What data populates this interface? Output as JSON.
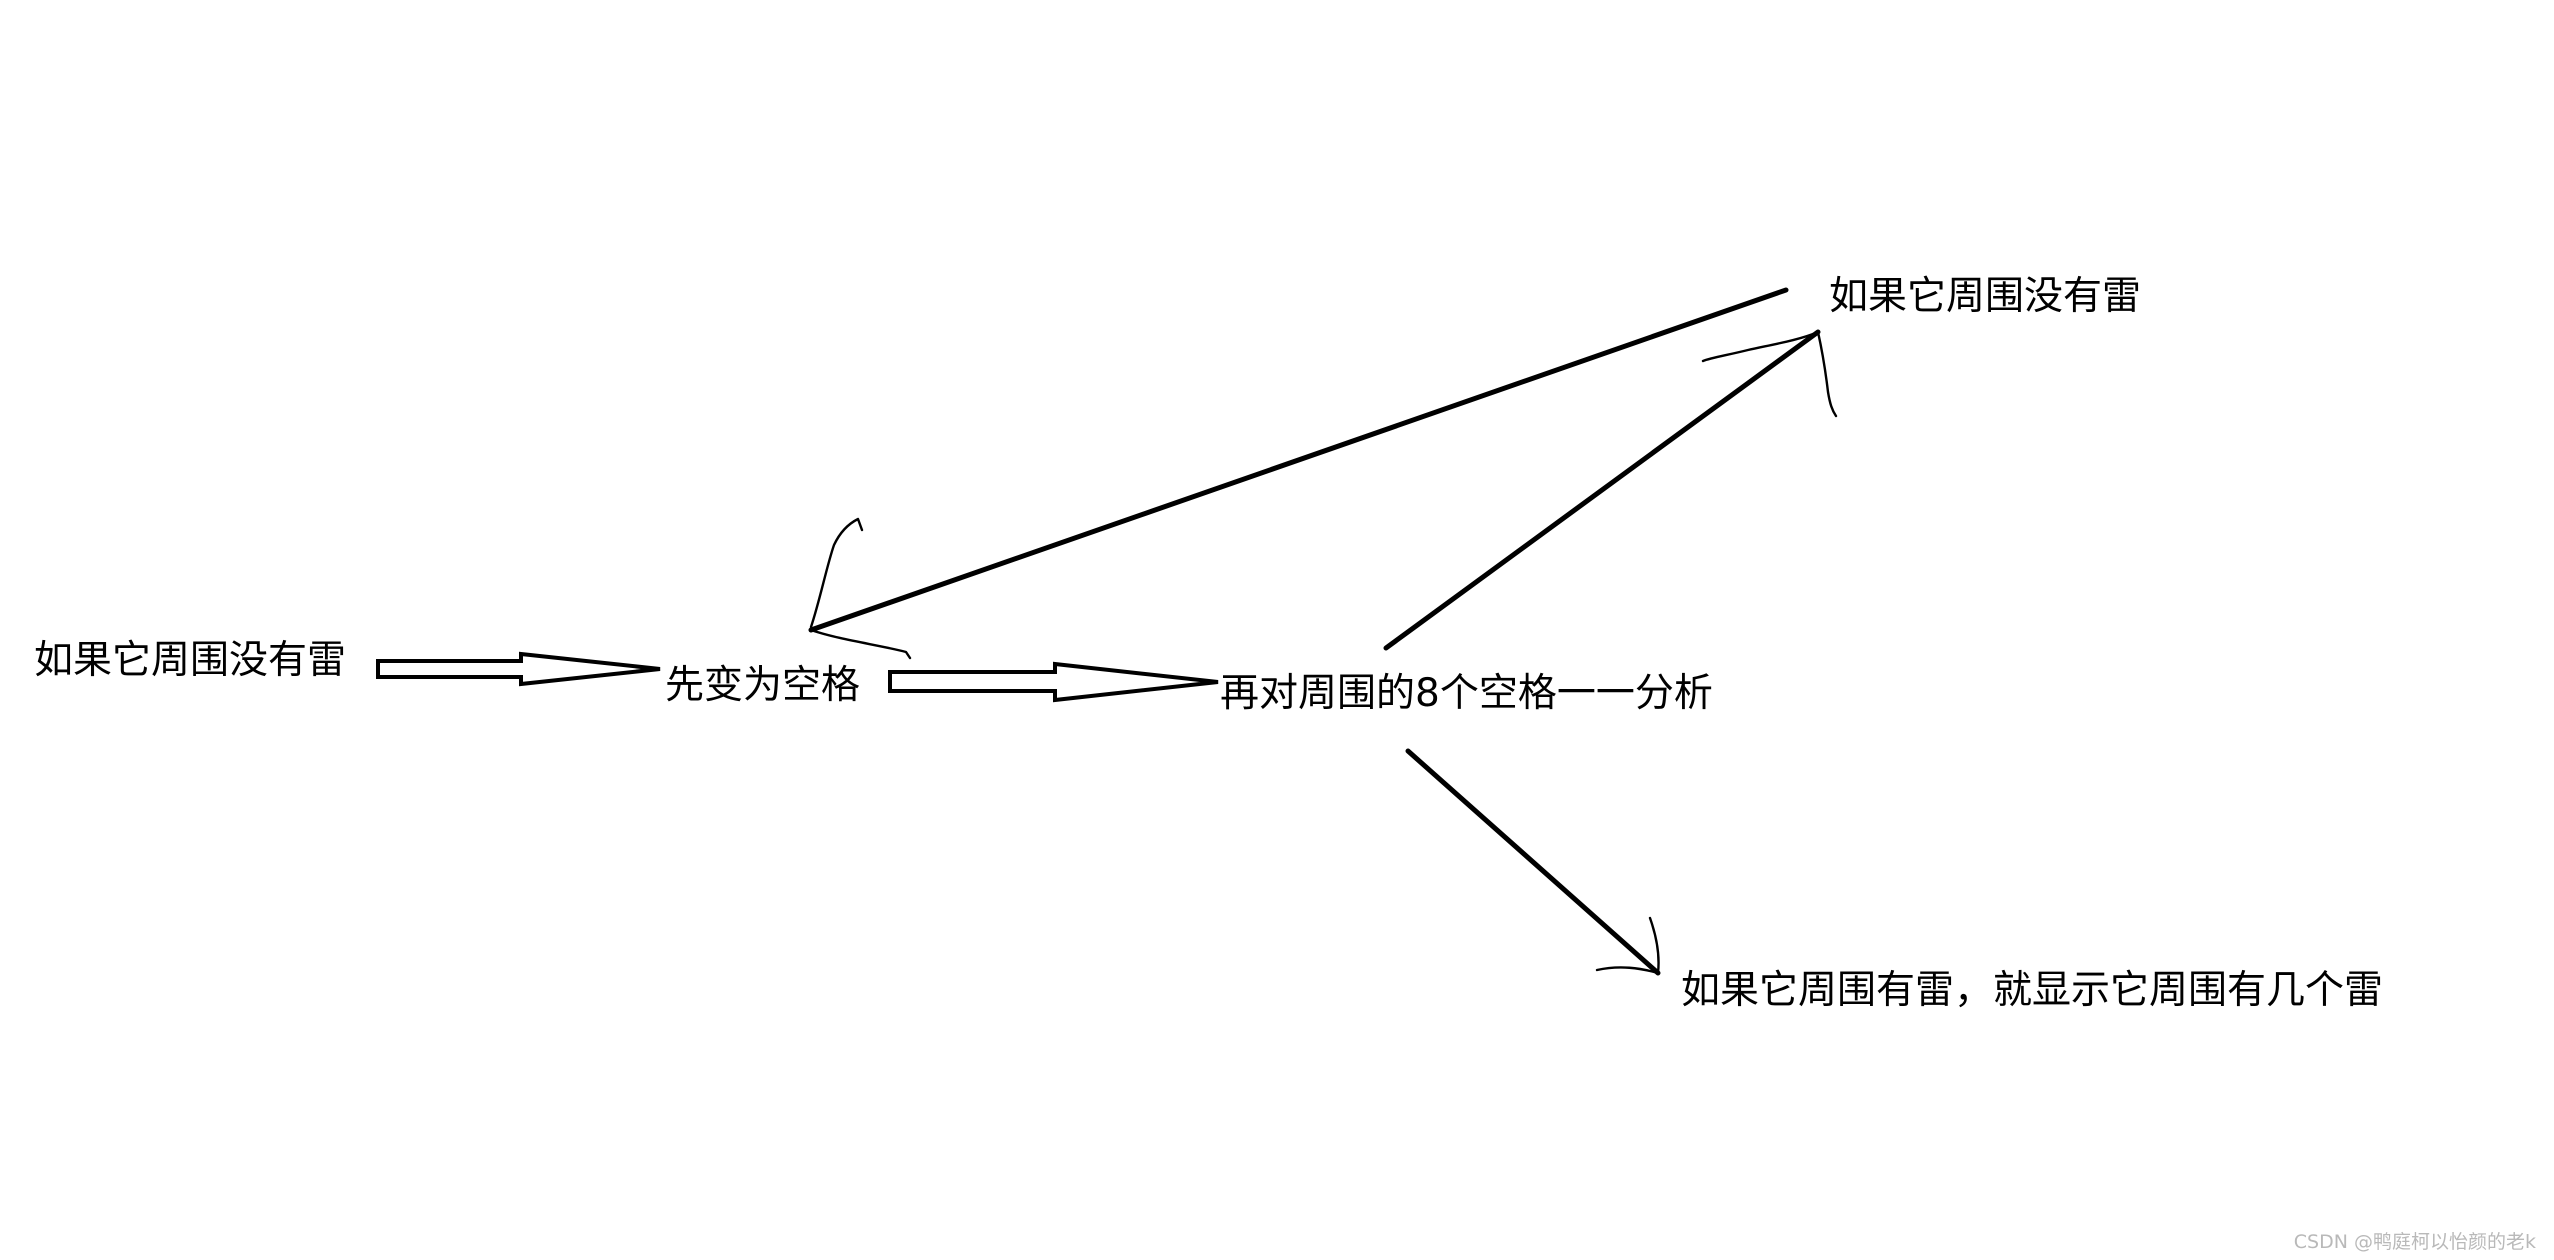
{
  "nodes": {
    "start": "如果它周围没有雷",
    "to_space": "先变为空格",
    "analyze": "再对周围的8个空格一一分析",
    "no_mine": "如果它周围没有雷",
    "has_mine": "如果它周围有雷，就显示它周围有几个雷"
  },
  "watermark": "CSDN @鸭庭柯以怡颜的老k",
  "colors": {
    "stroke": "#000000",
    "background": "#ffffff",
    "watermark": "#b9b9b9"
  }
}
